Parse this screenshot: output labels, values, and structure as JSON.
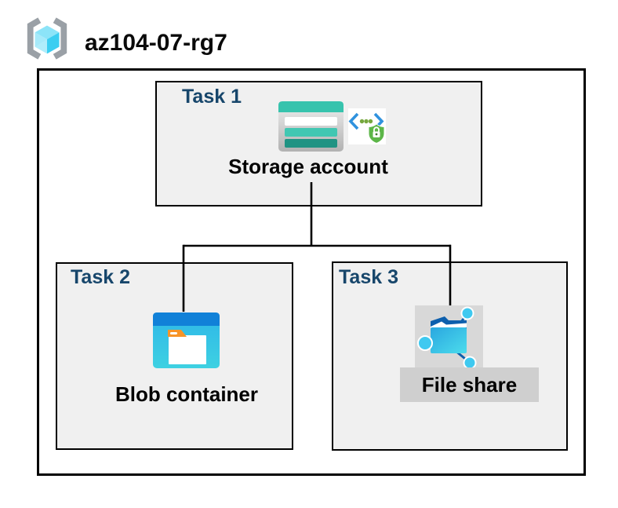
{
  "header": {
    "resource_group_name": "az104-07-rg7"
  },
  "diagram": {
    "tasks": [
      {
        "label": "Task 1",
        "resource": "Storage account",
        "icons": [
          "storage-account-icon",
          "sas-token-icon"
        ]
      },
      {
        "label": "Task 2",
        "resource": "Blob container",
        "icons": [
          "blob-container-icon"
        ]
      },
      {
        "label": "Task 3",
        "resource": "File share",
        "icons": [
          "file-share-icon"
        ]
      }
    ],
    "connections": [
      {
        "from": "Storage account",
        "to": "Blob container"
      },
      {
        "from": "Storage account",
        "to": "File share"
      }
    ]
  },
  "colors": {
    "task_label": "#17466b",
    "box_background": "#f0f0f0",
    "border": "#000000",
    "storage_teal": "#37c3ad",
    "storage_teal_mid": "#41c7b2",
    "storage_teal_dark": "#1f9383",
    "blob_blue_bar": "#1181d8",
    "blob_cyan": "#35c4e8",
    "blob_orange_tab": "#f79428",
    "sas_bracket_blue": "#2f92de",
    "sas_dot_green": "#76a83e",
    "sas_shield_green": "#5cb648",
    "fileshare_dark_blue": "#0d5fad",
    "fileshare_node_cyan": "#3fc9f0",
    "fileshare_icon_bg": "#d8d8d8",
    "fileshare_label_bg": "#cfcfcf",
    "rg_bracket_grey": "#9aa0a6",
    "cube_top": "#8ce4f8",
    "cube_left": "#b0edfb",
    "cube_right": "#3bcef1"
  }
}
